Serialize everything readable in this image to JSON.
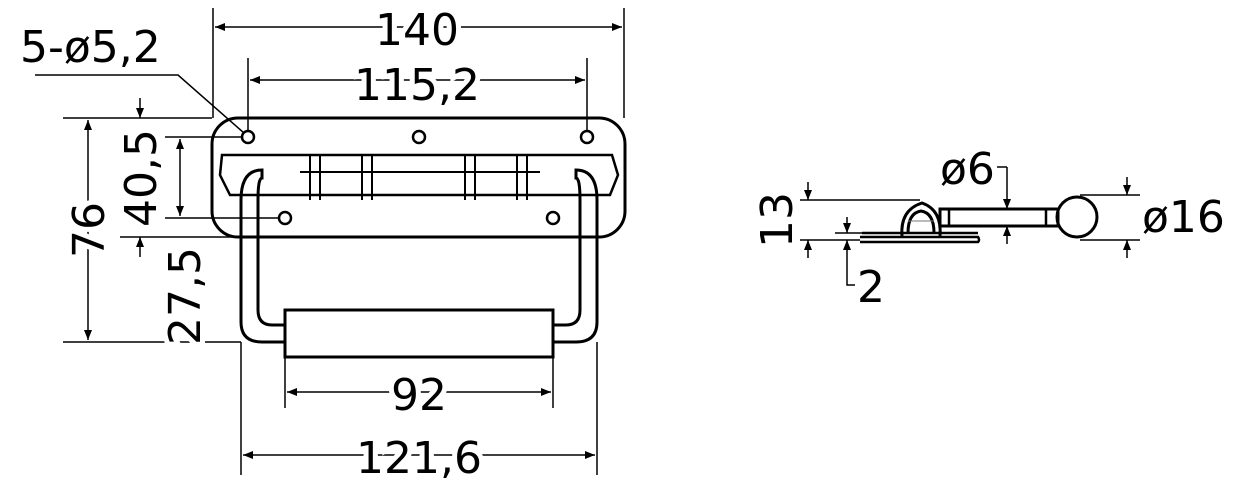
{
  "dimensions": {
    "overall_width": "140",
    "hole_spacing_top": "115,2",
    "holes": "5-ø5,2",
    "overall_height": "76",
    "upper_height": "40,5",
    "hole_vertical_spacing": "27,5",
    "grip_width": "92",
    "handle_width": "121,6",
    "side_height": "13",
    "plate_thickness": "2",
    "rod_diameter": "ø6",
    "ring_diameter": "ø16"
  }
}
